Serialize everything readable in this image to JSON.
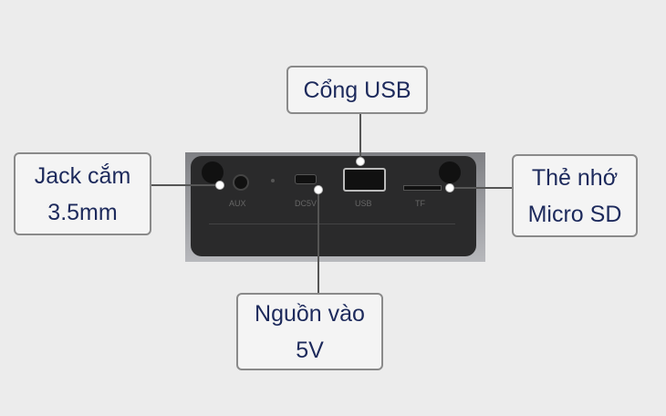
{
  "labels": {
    "usb": "Cổng USB",
    "jack_line1": "Jack cắm",
    "jack_line2": "3.5mm",
    "sd_line1": "Thẻ nhớ",
    "sd_line2": "Micro SD",
    "power_line1": "Nguồn vào",
    "power_line2": "5V"
  },
  "device_markings": {
    "aux": "AUX",
    "dc": "DC5V",
    "usb": "USB",
    "tf": "TF"
  }
}
